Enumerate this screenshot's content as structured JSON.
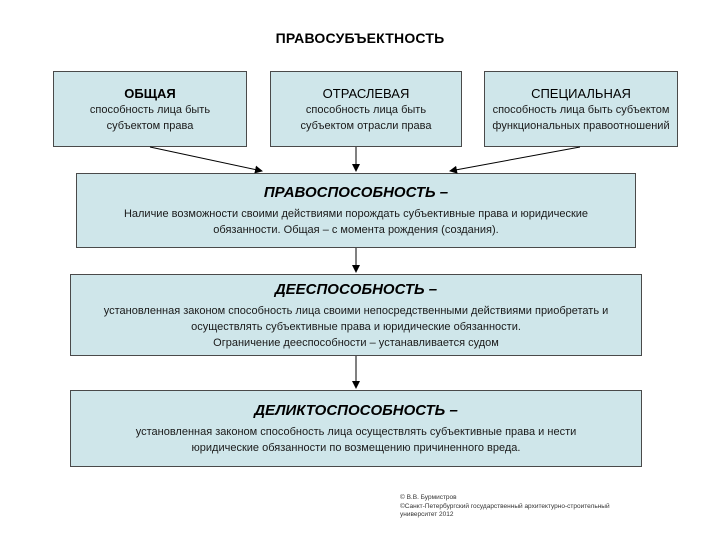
{
  "title": "ПРАВОСУБЪЕКТНОСТЬ",
  "top_boxes": [
    {
      "heading": "ОБЩАЯ",
      "text": "способность лица быть субъектом права"
    },
    {
      "heading": "ОТРАСЛЕВАЯ",
      "text": "способность лица быть субъектом отрасли права"
    },
    {
      "heading": "СПЕЦИАЛЬНАЯ",
      "text": "способность лица быть субъектом функциональных правоотношений"
    }
  ],
  "legal_capacity": {
    "heading": "ПРАВОСПОСОБНОСТЬ –",
    "text": "Наличие возможности своими действиями порождать субъективные права и юридические обязанности. Общая – с момента рождения (создания)."
  },
  "active_capacity": {
    "heading": "ДЕЕСПОСОБНОСТЬ –",
    "text": "установленная законом способность лица своими непосредственными действиями приобретать и осуществлять субъективные права и юридические обязанности.",
    "note": "Ограничение дееспособности – устанавливается судом"
  },
  "tort_capacity": {
    "heading": "ДЕЛИКТОСПОСОБНОСТЬ –",
    "text": "установленная законом способность лица осуществлять субъективные права и нести юридические обязанности по возмещению причиненного вреда."
  },
  "credits": {
    "author": "© В.В. Бурмистров",
    "org": "©Санкт-Петербургский государственный архитектурно-строительный университет 2012"
  }
}
